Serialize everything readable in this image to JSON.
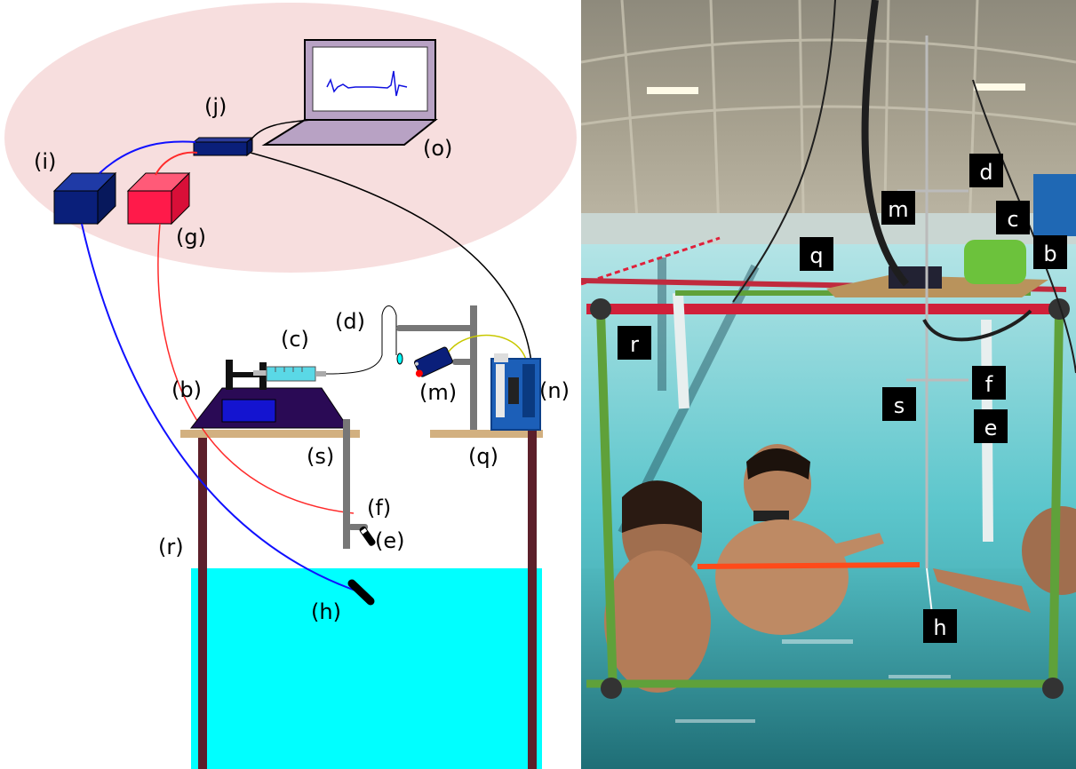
{
  "diagram": {
    "labels": {
      "b": "(b)",
      "c": "(c)",
      "d": "(d)",
      "e": "(e)",
      "f": "(f)",
      "g": "(g)",
      "h": "(h)",
      "i": "(i)",
      "j": "(j)",
      "m": "(m)",
      "n": "(n)",
      "o": "(o)",
      "q": "(q)",
      "r": "(r)",
      "s": "(s)"
    },
    "colors": {
      "ellipse": "#f7dede",
      "water": "#00ffff",
      "box_blue": "#0a1f7a",
      "box_red": "#ff1a4a",
      "wood": "#d2b080",
      "post": "#5c1f2a",
      "pump": "#2a0a55",
      "syringe": "#5ad8e6",
      "arduino": "#1c5fb8",
      "blue_wire": "#1010ff",
      "red_wire": "#ff2a2a",
      "laptop": "#b8a2c4"
    }
  },
  "photo": {
    "tags": {
      "d": "d",
      "m": "m",
      "c": "c",
      "b": "b",
      "q": "q",
      "r": "r",
      "f": "f",
      "s": "s",
      "e": "e",
      "h": "h"
    }
  }
}
